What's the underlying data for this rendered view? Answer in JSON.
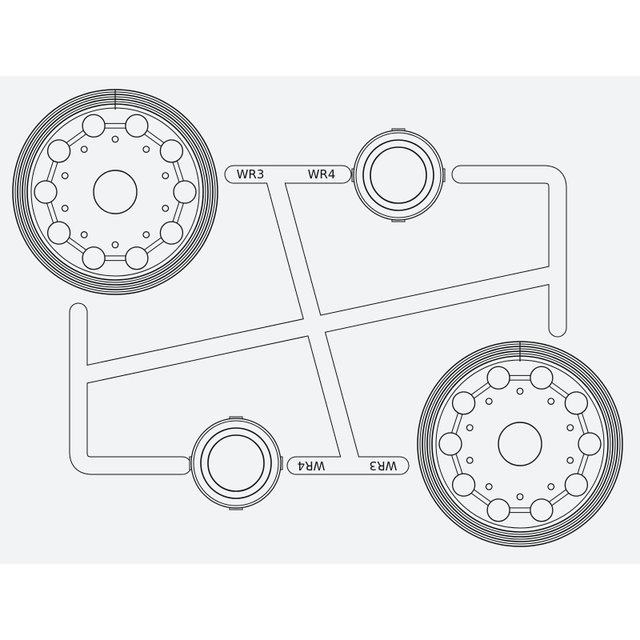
{
  "colors": {
    "background": "#f2f3f4",
    "line": "#111111"
  },
  "labels": {
    "top_left": "WR3",
    "top_right": "WR4",
    "bottom_left": "WR4",
    "bottom_right": "WR3"
  },
  "parts": {
    "large_wheels": 2,
    "small_wheels": 2,
    "large_wheel_bolts": 10,
    "large_wheel_small_holes": 10
  }
}
